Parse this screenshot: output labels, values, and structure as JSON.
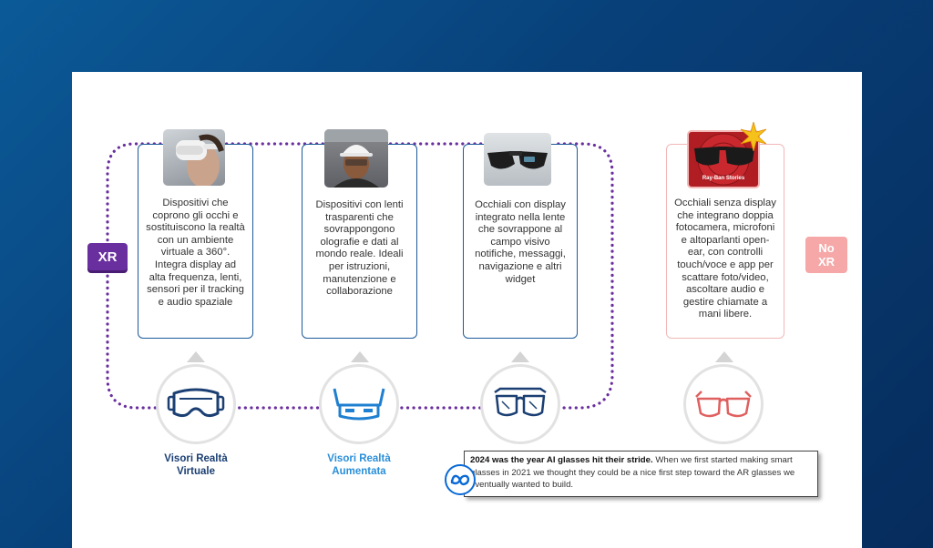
{
  "categories": [
    {
      "id": "vr",
      "description": "Dispositivi che coprono gli occhi e sostituiscono la realtà con un ambiente virtuale a 360°. Integra display ad alta frequenza, lenti, sensori per il tracking e audio spaziale",
      "label_line1": "Visori Realtà",
      "label_line2": "Virtuale",
      "label_color": "#1b3f73",
      "image": "vr-headset-photo",
      "icon": "vr-headset-icon"
    },
    {
      "id": "ar",
      "description": "Dispositivi con lenti trasparenti che sovrappongono olografie e dati al mondo reale. Ideali per istruzioni, manutenzione e collaborazione",
      "label_line1": "Visori Realtà",
      "label_line2": "Aumentata",
      "label_color": "#2a8fd8",
      "image": "ar-worker-photo",
      "icon": "ar-headset-icon"
    },
    {
      "id": "smart-display",
      "description": "Occhiali con display integrato nella lente che sovrappone al campo visivo notifiche, messaggi, navigazione e altri widget",
      "label_line1": "",
      "label_line2": "",
      "label_color": "#1b3f73",
      "image": "display-glasses-photo",
      "icon": "display-glasses-icon"
    },
    {
      "id": "no-display",
      "description": "Occhiali senza display che integrano doppia fotocamera, microfoni e altoparlanti open-ear, con controlli touch/voce e app per scattare foto/video, ascoltare audio e gestire chiamate a mani libere.",
      "label_line1": "",
      "label_line2": "",
      "label_color": "#1b3f73",
      "image": "ray-ban-stories-photo",
      "image_caption": "Ray-Ban Stories",
      "icon": "glasses-icon"
    }
  ],
  "tags": {
    "xr": "XR",
    "noxr_line1": "No",
    "noxr_line2": "XR"
  },
  "quote": {
    "bold": "2024 was the year AI glasses hit their stride.",
    "text": " When we first started making smart glasses in 2021 we thought they could be a nice first step toward the AR glasses we eventually wanted to build.",
    "logo": "meta-logo-icon"
  },
  "colors": {
    "loop": "#6a2f9e",
    "card_border": "#1d5a99",
    "noxr_border": "#f2b8b8",
    "noxr_icon": "#e06060",
    "icon_blue": "#1b3f73",
    "icon_ar": "#1f7fd0"
  }
}
